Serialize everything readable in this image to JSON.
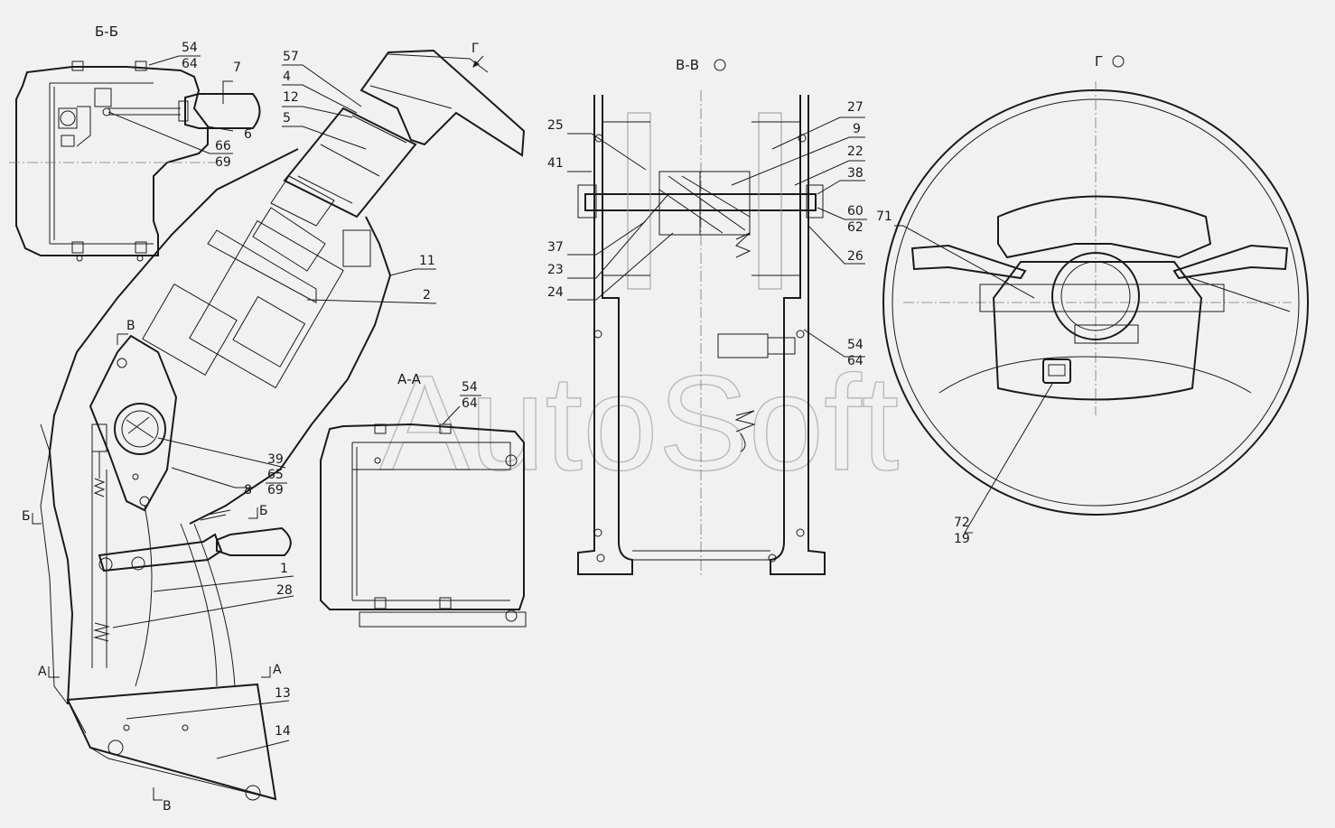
{
  "views": {
    "section_bb": "Б-Б",
    "section_aa": "А-А",
    "section_vv": "В-В",
    "view_g": "Г"
  },
  "cut_marks": {
    "b_left": "Б",
    "b_right": "Б",
    "a_left": "А",
    "a_right": "А",
    "v_top": "В",
    "v_bottom": "В",
    "g_arrow": "Г"
  },
  "watermark": "AutoSoft",
  "callouts": {
    "bb_top": {
      "num": "54",
      "den": "64"
    },
    "bb_7": "7",
    "bb_6": "6",
    "bb_mid": {
      "num": "66",
      "den": "69"
    },
    "c57": "57",
    "c4": "4",
    "c12": "12",
    "c5": "5",
    "c11": "11",
    "c2": "2",
    "c39": "39",
    "c39_frac": {
      "num": "65",
      "den": "69"
    },
    "c8": "8",
    "c1": "1",
    "c28": "28",
    "c13": "13",
    "c14": "14",
    "aa_top": {
      "num": "54",
      "den": "64"
    },
    "vv_25": "25",
    "vv_41": "41",
    "vv_37": "37",
    "vv_23": "23",
    "vv_24": "24",
    "vv_27": "27",
    "vv_9": "9",
    "vv_22": "22",
    "vv_38": "38",
    "vv_60": {
      "num": "60",
      "den": "62"
    },
    "vv_26": "26",
    "vv_54": {
      "num": "54",
      "den": "64"
    },
    "g_71": "71",
    "g_72": {
      "num": "72",
      "den": "19"
    }
  }
}
